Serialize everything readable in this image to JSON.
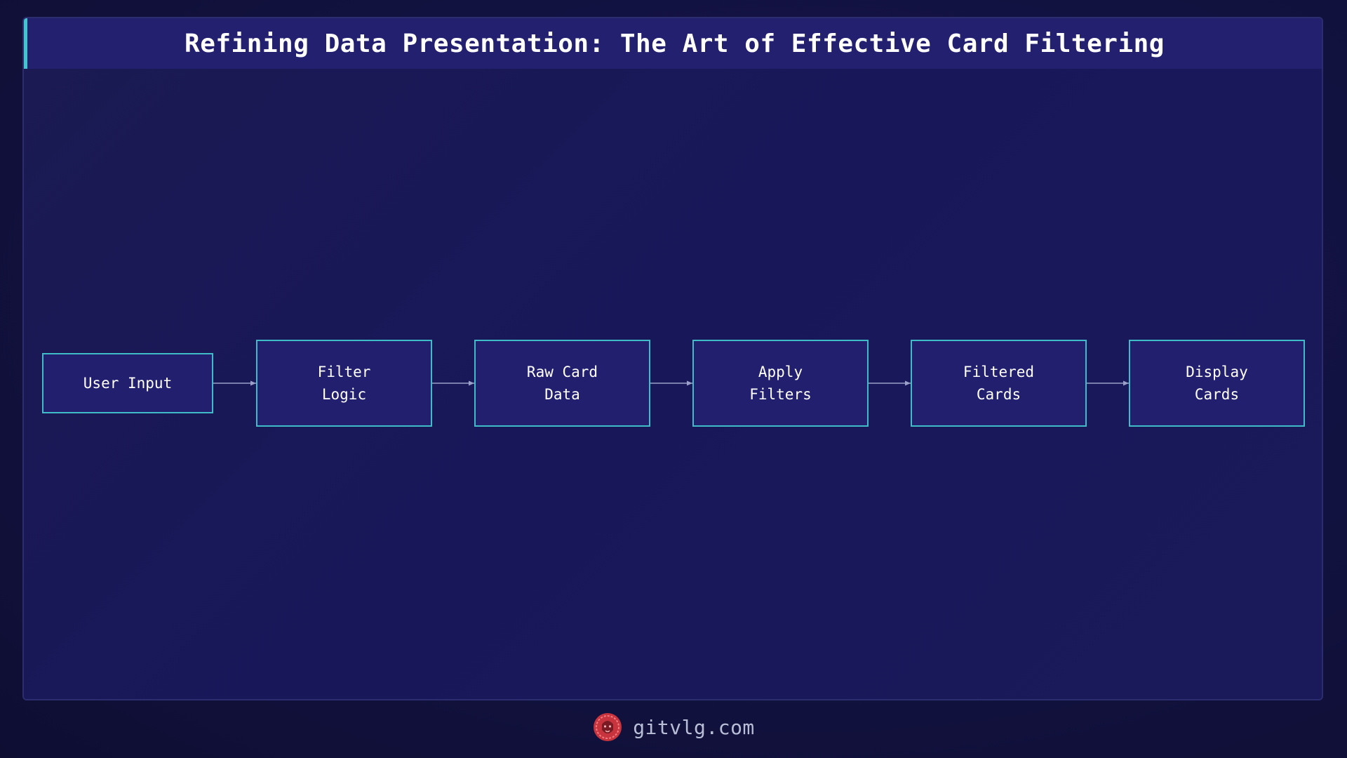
{
  "header": {
    "title": "Refining Data Presentation: The Art of Effective Card Filtering"
  },
  "diagram": {
    "nodes": [
      {
        "id": "user-input",
        "label": "User Input"
      },
      {
        "id": "filter-logic",
        "label": "Filter\nLogic"
      },
      {
        "id": "raw-card-data",
        "label": "Raw Card\nData"
      },
      {
        "id": "apply-filters",
        "label": "Apply\nFilters"
      },
      {
        "id": "filtered-cards",
        "label": "Filtered\nCards"
      },
      {
        "id": "display-cards",
        "label": "Display\nCards"
      }
    ],
    "edges": [
      {
        "from": "user-input",
        "to": "filter-logic"
      },
      {
        "from": "filter-logic",
        "to": "raw-card-data"
      },
      {
        "from": "raw-card-data",
        "to": "apply-filters"
      },
      {
        "from": "apply-filters",
        "to": "filtered-cards"
      },
      {
        "from": "filtered-cards",
        "to": "display-cards"
      }
    ]
  },
  "footer": {
    "site": "gitvlg.com",
    "logo_icon": "lion-logo-icon"
  },
  "colors": {
    "background": "#121240",
    "panel": "#1b1a52",
    "title_bar": "#232070",
    "accent": "#3fc6cf",
    "node_fill": "#22206e",
    "node_border": "#3fbcc8",
    "edge": "#9aa0c8",
    "logo": "#e0424a"
  }
}
